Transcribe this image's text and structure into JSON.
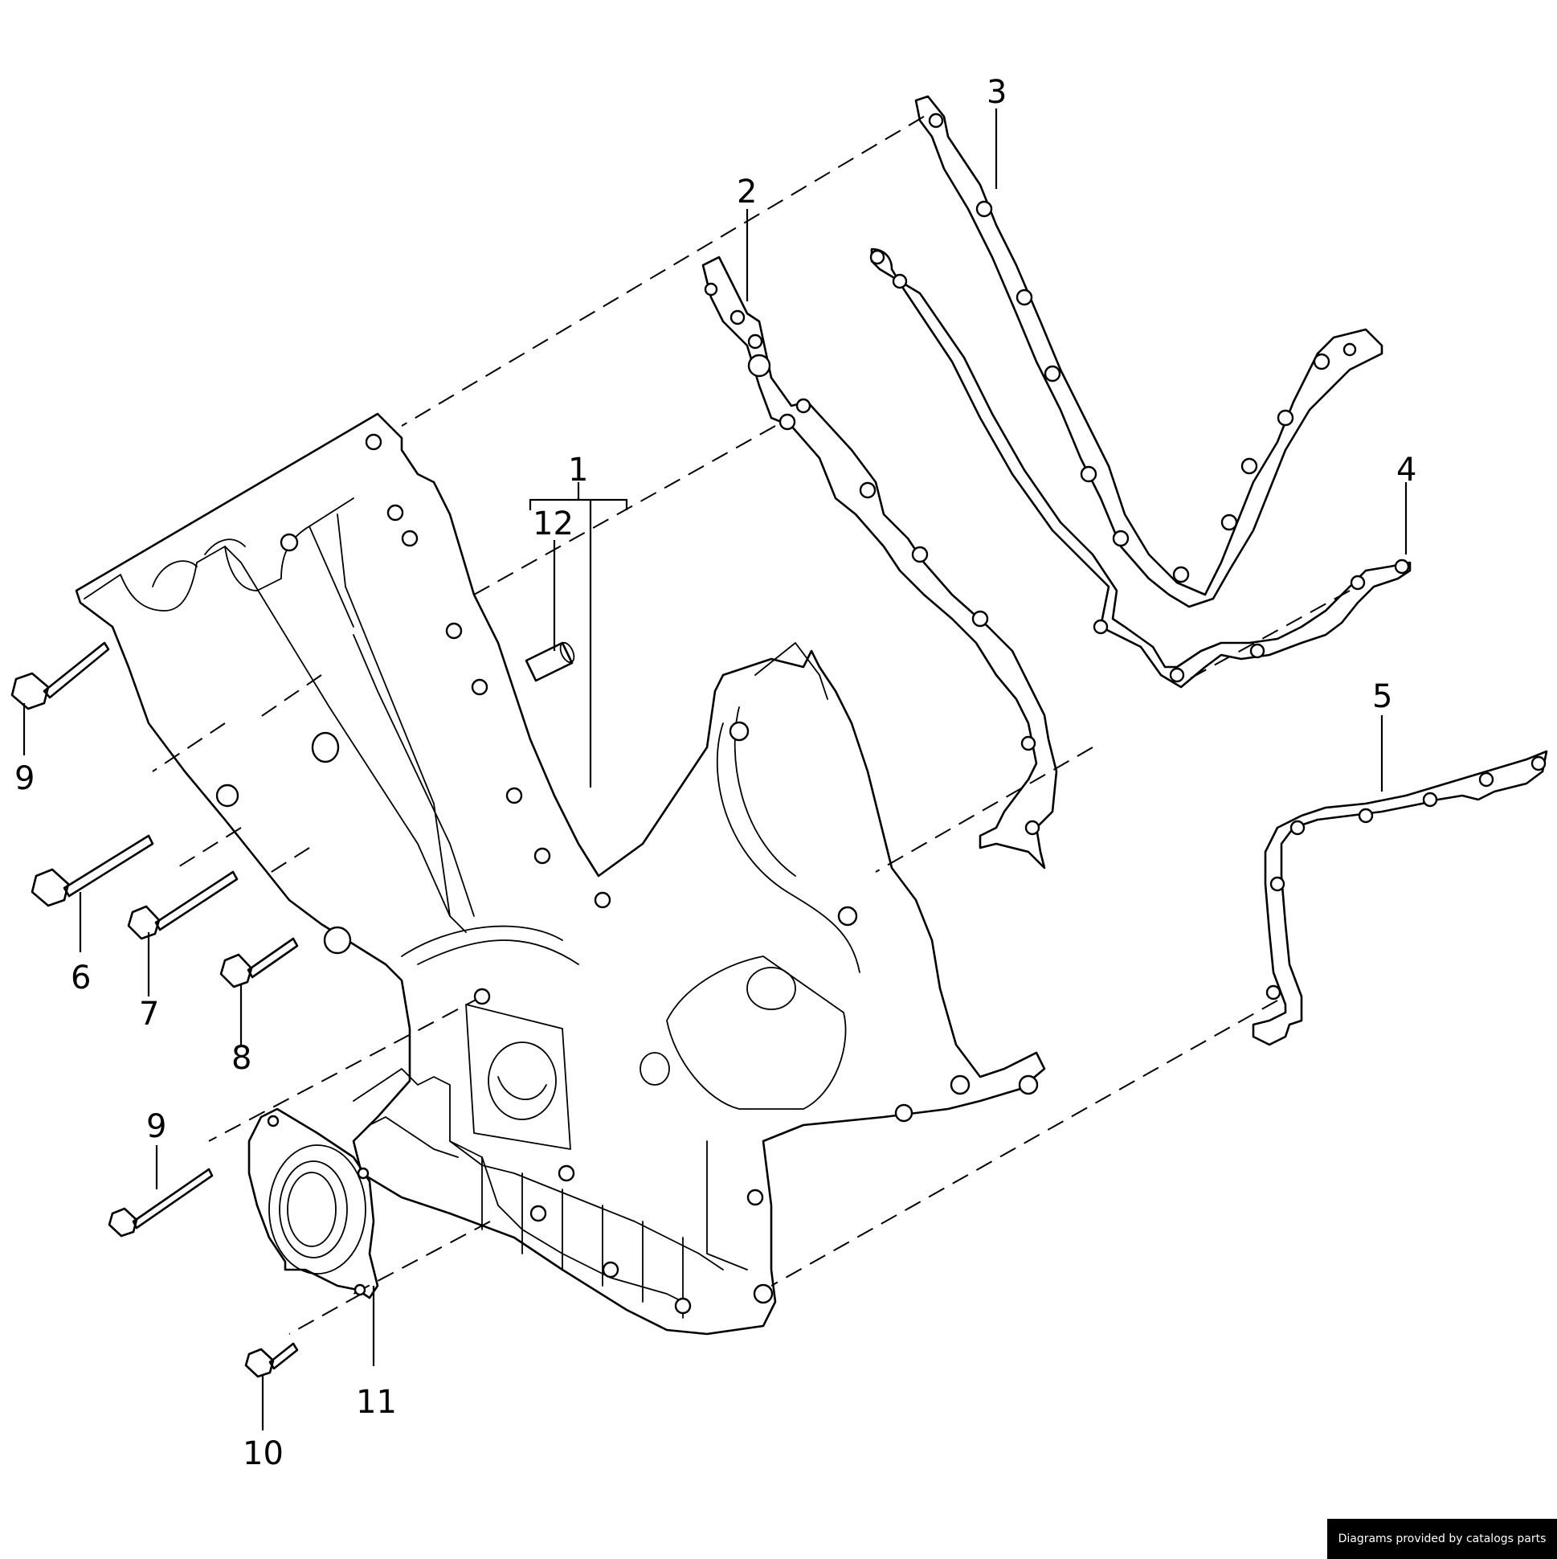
{
  "callouts": {
    "c1": "1",
    "c2": "2",
    "c3": "3",
    "c4": "4",
    "c5": "5",
    "c6": "6",
    "c7": "7",
    "c8": "8",
    "c9a": "9",
    "c9b": "9",
    "c10": "10",
    "c11": "11",
    "c12": "12"
  },
  "credit": "Diagrams provided by catalogs parts"
}
